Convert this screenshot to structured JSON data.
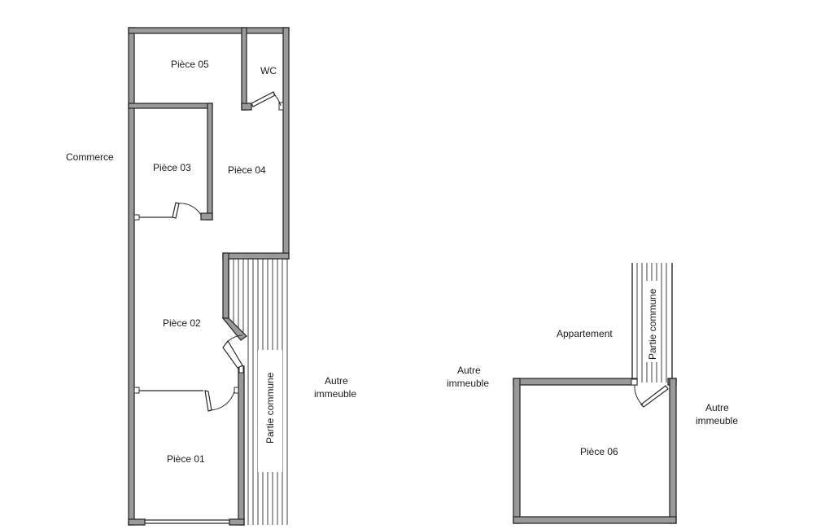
{
  "plan": {
    "labels": {
      "piece_05": "Pièce 05",
      "wc": "WC",
      "commerce": "Commerce",
      "piece_03": "Pièce 03",
      "piece_04": "Pièce 04",
      "piece_02": "Pièce 02",
      "piece_01": "Pièce 01",
      "partie_commune_left": "Partie commune",
      "autre_immeuble_center_1": "Autre",
      "autre_immeuble_center_2": "immeuble",
      "appartement": "Appartement",
      "autre_immeuble_mid_1": "Autre",
      "autre_immeuble_mid_2": "immeuble",
      "partie_commune_right": "Partie commune",
      "autre_immeuble_right_1": "Autre",
      "autre_immeuble_right_2": "immeuble",
      "piece_06": "Pièce 06"
    },
    "colors": {
      "wall_fill": "#9a9a9a",
      "line": "#2b2b2b",
      "background": "#ffffff"
    }
  }
}
